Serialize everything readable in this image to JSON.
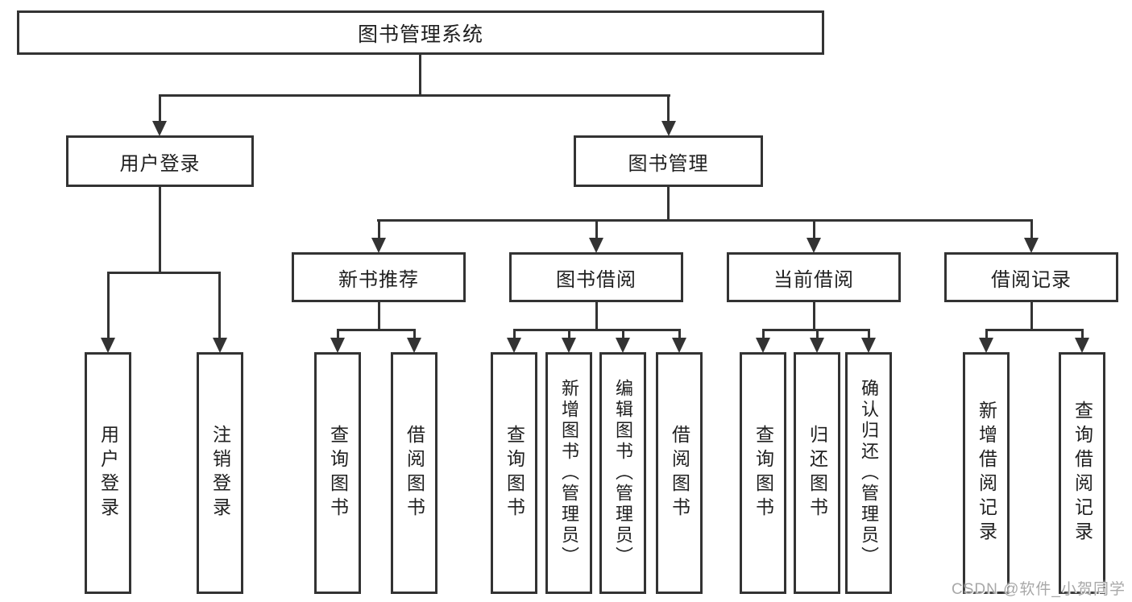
{
  "colors": {
    "line": "#333333",
    "text": "#1f1f1f",
    "background": "#ffffff",
    "watermark": "#a8a8a8"
  },
  "watermark": "CSDN @软件_小贺同学",
  "tree": {
    "label": "图书管理系统",
    "children": [
      {
        "label": "用户登录",
        "children": [
          {
            "label": "用户登录"
          },
          {
            "label": "注销登录"
          }
        ]
      },
      {
        "label": "图书管理",
        "children": [
          {
            "label": "新书推荐",
            "children": [
              {
                "label": "查询图书"
              },
              {
                "label": "借阅图书"
              }
            ]
          },
          {
            "label": "图书借阅",
            "children": [
              {
                "label": "查询图书"
              },
              {
                "label": "新增图书（管理员）"
              },
              {
                "label": "编辑图书（管理员）"
              },
              {
                "label": "借阅图书"
              }
            ]
          },
          {
            "label": "当前借阅",
            "children": [
              {
                "label": "查询图书"
              },
              {
                "label": "归还图书"
              },
              {
                "label": "确认归还（管理员）"
              }
            ]
          },
          {
            "label": "借阅记录",
            "children": [
              {
                "label": "新增借阅记录"
              },
              {
                "label": "查询借阅记录"
              }
            ]
          }
        ]
      }
    ]
  }
}
